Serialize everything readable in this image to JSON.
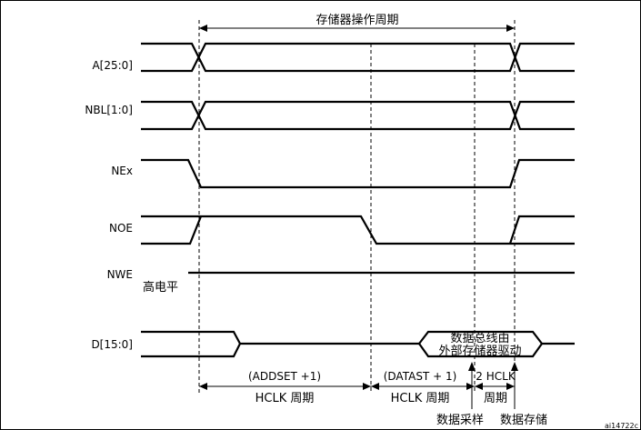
{
  "title": "存储器操作周期",
  "signals": [
    "A[25:0]",
    "NBL[1:0]",
    "NEx",
    "NOE",
    "NWE",
    "D[15:0]"
  ],
  "nwe_note": "高电平",
  "data_bus_note": [
    "数据总线由",
    "外部存储器驱动"
  ],
  "addset_label": [
    "(ADDSET +1)",
    "HCLK 周期"
  ],
  "datast_label": [
    "(DATAST + 1)",
    "HCLK 周期"
  ],
  "hclk2_label": [
    "2 HCLK",
    "周期"
  ],
  "sample_label": "数据采样",
  "store_label": "数据存储",
  "figure_id": "ai14722c"
}
